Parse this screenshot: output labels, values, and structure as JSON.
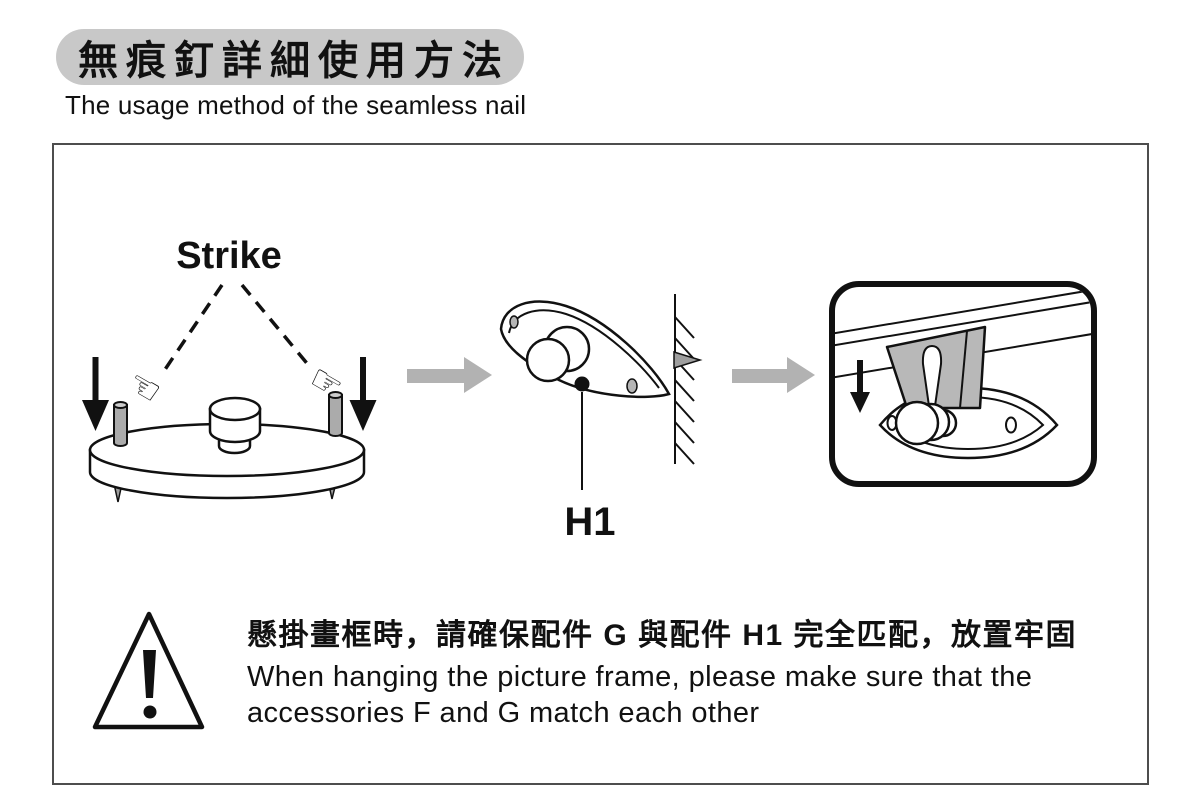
{
  "header": {
    "title": "無痕釘詳細使用方法",
    "subtitle": "The usage method of the seamless nail"
  },
  "diagram": {
    "step1": {
      "label": "Strike"
    },
    "step2": {
      "part_label": "H1"
    }
  },
  "warning": {
    "zh": "懸掛畫框時，請確保配件 G 與配件 H1 完全匹配，放置牢固",
    "en_line1": "When hanging the picture frame, please make sure that the",
    "en_line2": "accessories F and G match each other"
  },
  "icons": {
    "hand_left": "☜",
    "hand_right": "☞"
  },
  "colors": {
    "background": "#ffffff",
    "ink": "#111111",
    "title_pill_bg": "#c8c8c8",
    "frame_border": "#4d4d4d",
    "arrow_gray": "#b2b2b2",
    "metal_gray": "#ababab",
    "hook_gray": "#b8b8b8",
    "spike_gray": "#9e9e9e"
  }
}
